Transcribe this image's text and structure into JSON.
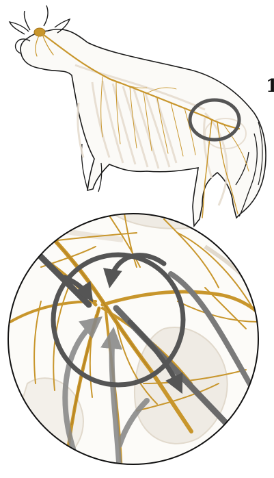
{
  "figure": {
    "edge_glyph": "1"
  },
  "colors": {
    "background": "#ffffff",
    "outline": "#1a1a1a",
    "nerve": "#c8962c",
    "nerve_dark": "#a67418",
    "skeleton": "#e6ddd0",
    "marker_circle": "#555555",
    "arrow_dark": "#555555",
    "arrow_light": "#8a8a8a"
  },
  "icons": {
    "marker": "circle-outline",
    "arrows": "curved-arrow"
  }
}
